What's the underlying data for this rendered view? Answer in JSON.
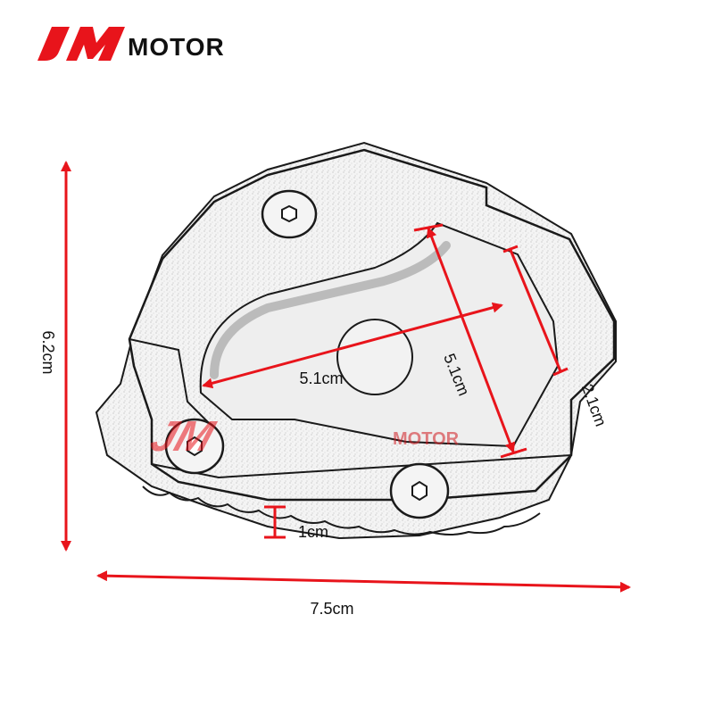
{
  "brand": {
    "mark": "JM",
    "word": "MOTOR",
    "colors": {
      "mark": "#e8141b",
      "word": "#111111"
    }
  },
  "watermark": {
    "mark": "JM",
    "word": "MOTOR"
  },
  "dimensions": {
    "height": "6.2cm",
    "width": "7.5cm",
    "inner_width": "5.1cm",
    "inner_diagonal": "5.1cm",
    "edge": "2.1cm",
    "thickness": "1cm"
  },
  "colors": {
    "arrow": "#e8141b",
    "outline": "#1a1a1a",
    "texture": "#b5b5b5"
  }
}
